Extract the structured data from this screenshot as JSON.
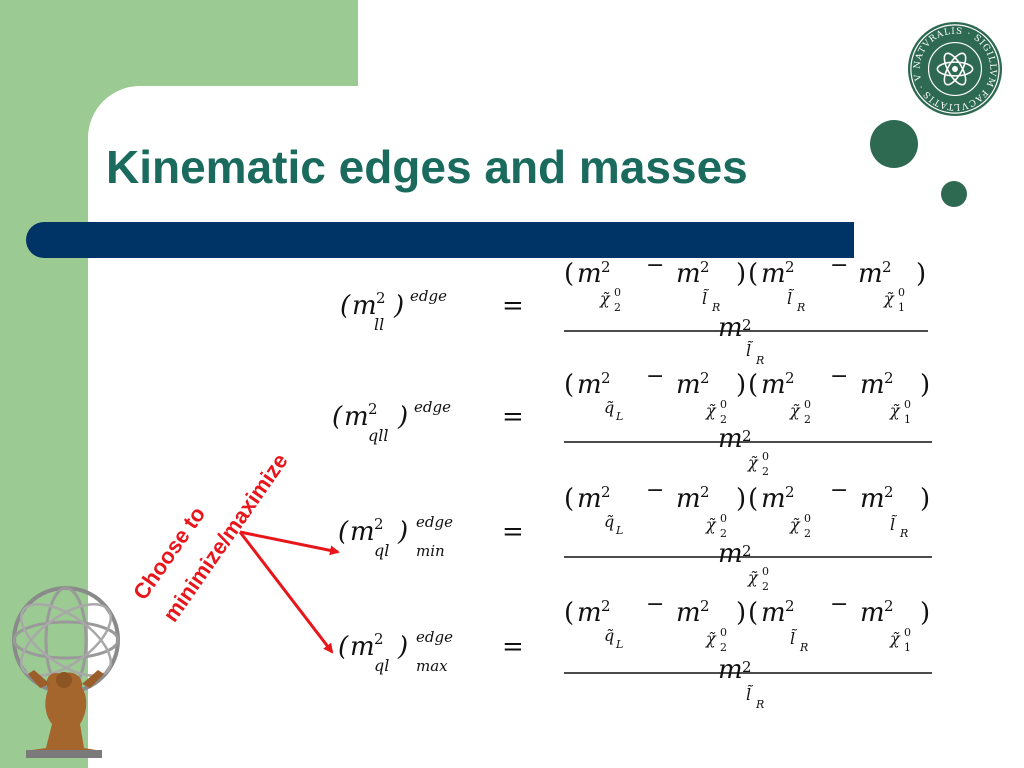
{
  "slide": {
    "title": "Kinematic edges and masses",
    "annotation": {
      "line1": "Choose to",
      "line2": "minimize/maximize"
    },
    "seal_text": "NATVRALIS · SIGILLVM FACVLTATIS · VNIVERSITATIS HAVNIENSIS",
    "colors": {
      "title": "#1a6b5e",
      "green_panel": "#9bca93",
      "blue_bar": "#003366",
      "dots": "#2e6a52",
      "annotation": "#e8161b"
    },
    "icons": [
      "university-seal-icon",
      "atlas-statue-icon",
      "arrow-icon"
    ]
  },
  "equations": {
    "equals": "=",
    "m": "m",
    "sq": "2",
    "minus": "−",
    "lparen": "(",
    "rparen": ")",
    "edge": "edge",
    "min": "min",
    "max": "max",
    "sub_ll": "ll",
    "sub_qll": "qll",
    "sub_ql": "ql",
    "chi": "χ̃",
    "lt": "l̃",
    "qt": "q̃",
    "zero": "0",
    "one": "1",
    "two": "2",
    "R": "R",
    "L": "L"
  }
}
